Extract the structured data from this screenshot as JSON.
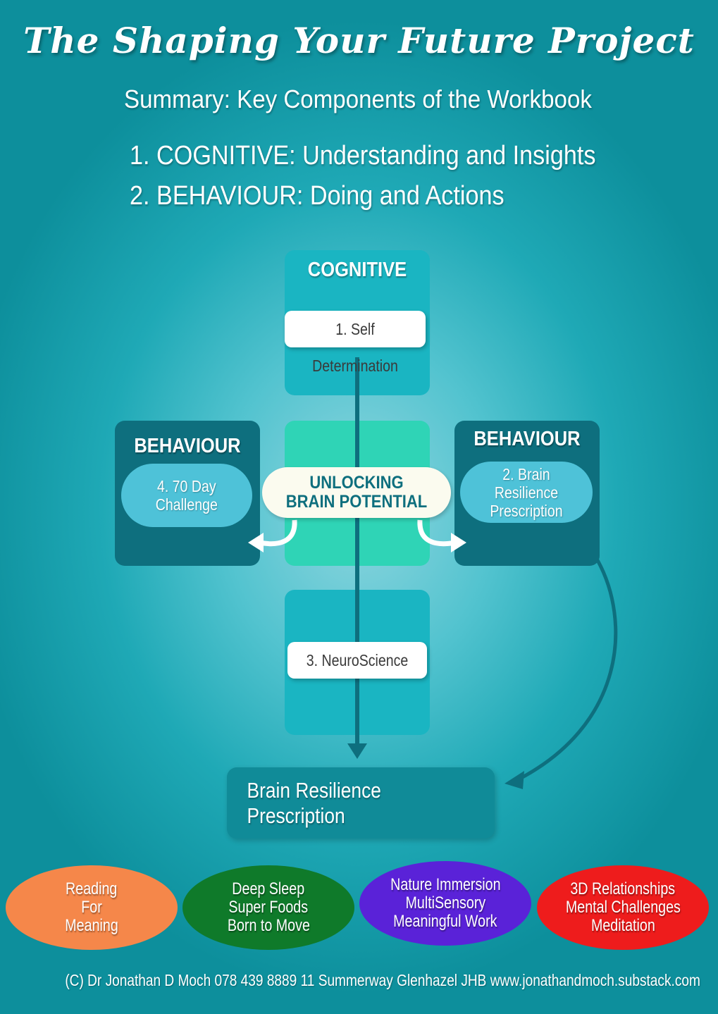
{
  "header": {
    "title": "The Shaping Your Future Project",
    "subtitle": "Summary: Key Components of the Workbook",
    "points": [
      "1. COGNITIVE: Understanding and Insights",
      "2. BEHAVIOUR: Doing and Actions"
    ]
  },
  "diagram": {
    "cognitive_label": "COGNITIVE",
    "self_determination": "1. Self Determination",
    "left_label": "BEHAVIOUR",
    "left_item_line1": "4.  70 Day",
    "left_item_line2": "Challenge",
    "right_label": "BEHAVIOUR",
    "right_item_line1": "2. Brain Resilience",
    "right_item_line2": "Prescription",
    "center_line1": "UNLOCKING",
    "center_line2": "BRAIN POTENTIAL",
    "neuroscience": "3. NeuroScience",
    "result": "Brain Resilience Prescription"
  },
  "pillars": [
    {
      "lines": [
        "Reading",
        "For",
        "Meaning"
      ],
      "color": "#f5874a"
    },
    {
      "lines": [
        "Deep Sleep",
        "Super Foods",
        "Born to Move"
      ],
      "color": "#0f7a2a"
    },
    {
      "lines": [
        "Nature Immersion",
        "MultiSensory",
        "Meaningful Work"
      ],
      "color": "#5a22d8"
    },
    {
      "lines": [
        "3D Relationships",
        "Mental Challenges",
        "Meditation"
      ],
      "color": "#ee1c1c"
    }
  ],
  "colors": {
    "dark_teal": "#0e6f7e",
    "mid_teal": "#1ab5c2",
    "mint": "#2fd4b6",
    "light_blue": "#4ec2d8"
  },
  "footer": "(C) Dr Jonathan D Moch 078 439 8889 11 Summerway Glenhazel JHB www.jonathandmoch.substack.com"
}
